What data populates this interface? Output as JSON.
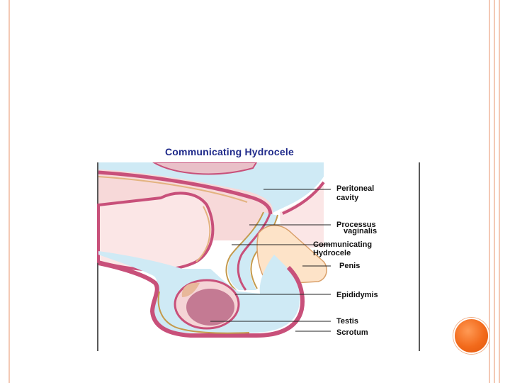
{
  "diagram": {
    "title": "Communicating Hydrocele",
    "labels": {
      "peritoneal_1": "Peritoneal",
      "peritoneal_2": "cavity",
      "processus_1": "Processus",
      "processus_2": "vaginalis",
      "communicating_1": "Communicating",
      "communicating_2": "Hydrocele",
      "penis": "Penis",
      "epididymis": "Epididymis",
      "testis": "Testis",
      "scrotum": "Scrotum"
    }
  },
  "colors": {
    "accent_orange": "#f26a1b",
    "frame_peach": "#f3c9b5",
    "title_blue": "#1f2a8a",
    "fluid_blue": "#cfeaf5",
    "tissue_pink": "#f7d9d9",
    "wall_magenta": "#c8507a",
    "penis_peach": "#fde3c8",
    "testis_mauve": "#c47a93"
  }
}
